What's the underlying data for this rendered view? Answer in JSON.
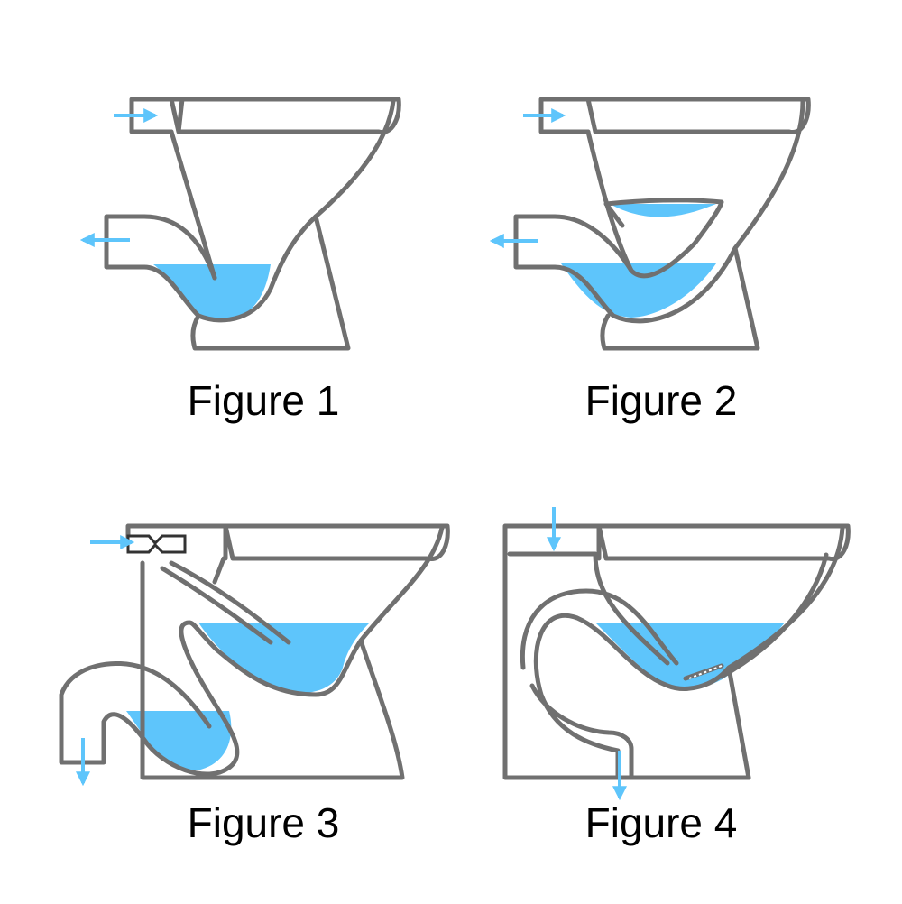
{
  "colors": {
    "outline": "#707070",
    "outline_inner": "#ffffff",
    "water": "#5ec5fb",
    "arrow": "#5ec5fb",
    "background": "#ffffff",
    "text": "#000000"
  },
  "figures": [
    {
      "id": "figure-1",
      "caption": "Figure 1"
    },
    {
      "id": "figure-2",
      "caption": "Figure 2"
    },
    {
      "id": "figure-3",
      "caption": "Figure 3"
    },
    {
      "id": "figure-4",
      "caption": "Figure 4"
    }
  ]
}
